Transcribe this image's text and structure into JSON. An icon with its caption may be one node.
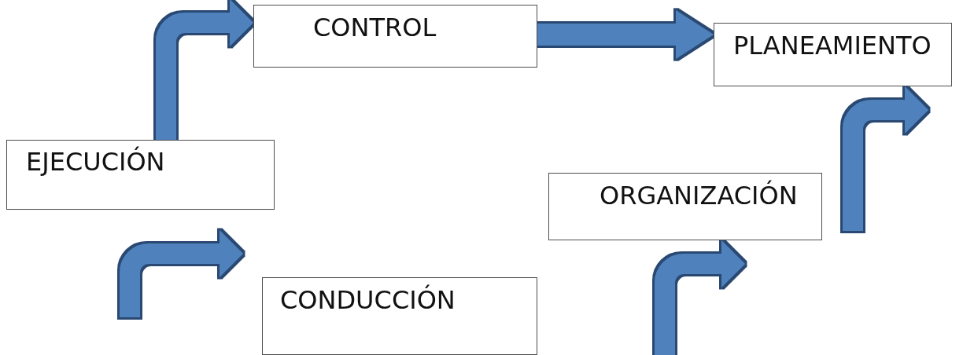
{
  "diagram": {
    "nodes": [
      {
        "text": [
          "CONTROL"
        ]
      },
      {
        "text": [
          "PLANEAMIENTO"
        ]
      },
      {
        "text": [
          "EJECUCIÓN"
        ]
      },
      {
        "text": [
          "ORGANIZACIÓN"
        ]
      },
      {
        "text": [
          "CONDUCCIÓN"
        ]
      }
    ],
    "edges": [
      {
        "from": 2,
        "to": 0,
        "arrow": "to"
      },
      {
        "from": 0,
        "to": 1,
        "arrow": "to"
      },
      {
        "from": null,
        "to": 1,
        "arrow": "to"
      },
      {
        "from": null,
        "to": 4,
        "arrow": "to"
      },
      {
        "from": null,
        "to": 3,
        "arrow": "to"
      }
    ]
  }
}
